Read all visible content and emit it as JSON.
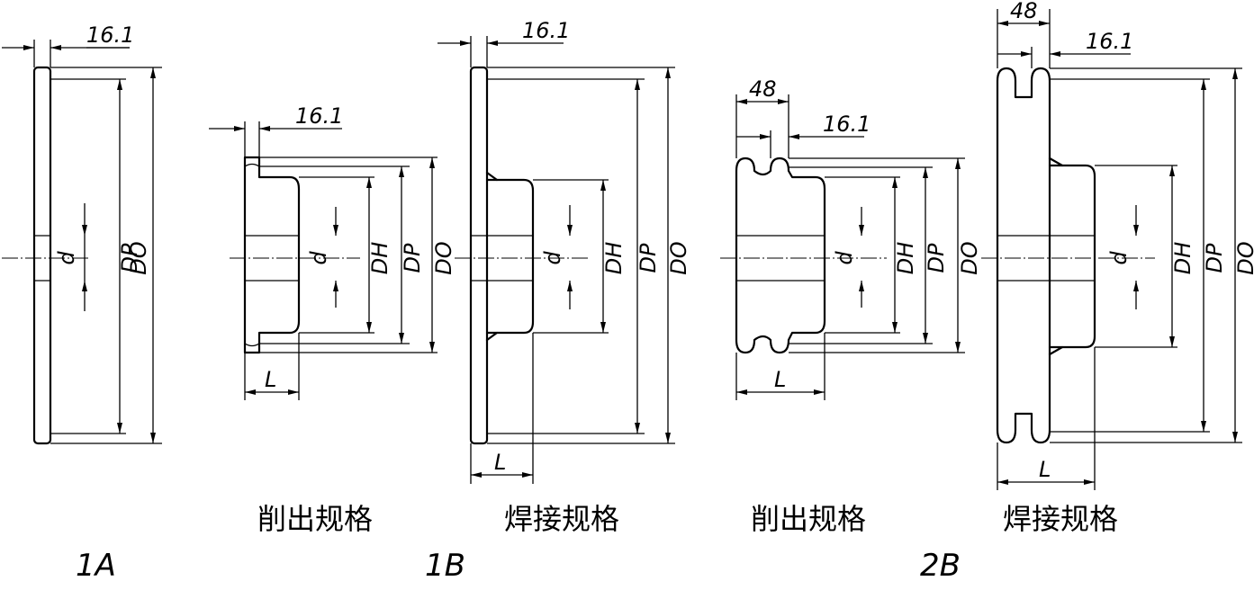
{
  "dims": {
    "t161": "16.1",
    "t48": "48",
    "d": "d",
    "dh": "DH",
    "dp": "DP",
    "do": "DO",
    "l": "L"
  },
  "captions": {
    "machined": "削出规格",
    "welded": "焊接规格"
  },
  "labels": {
    "a1": "1A",
    "b1": "1B",
    "b2": "2B"
  }
}
